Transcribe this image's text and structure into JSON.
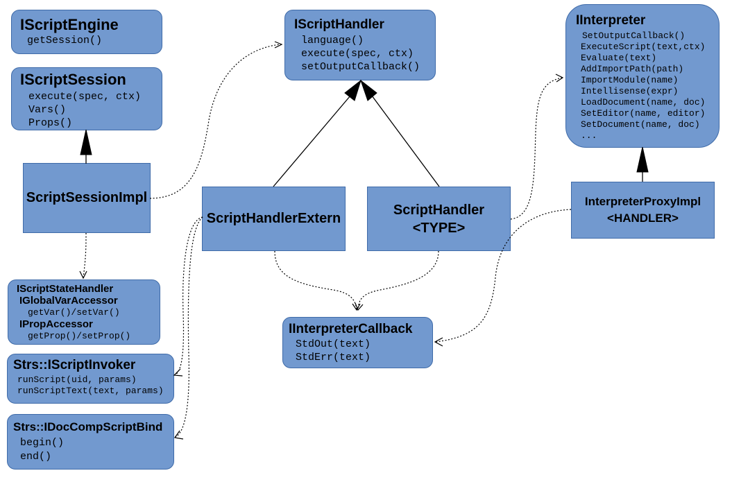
{
  "nodes": {
    "iscript_engine": {
      "title": "IScriptEngine",
      "methods": [
        "getSession()"
      ]
    },
    "iscript_session": {
      "title": "IScriptSession",
      "methods": [
        "execute(spec, ctx)",
        "Vars()",
        "Props()"
      ]
    },
    "script_session_impl": {
      "title": "ScriptSessionImpl"
    },
    "istate_handler": {
      "lines": [
        "IScriptStateHandler",
        "IGlobalVarAccessor",
        "getVar()/setVar()",
        "IPropAccessor",
        "getProp()/setProp()"
      ]
    },
    "iscript_invoker": {
      "title": "Strs::IScriptInvoker",
      "methods": [
        "runScript(uid, params)",
        "runScriptText(text, params)"
      ]
    },
    "idoc_comp_script_bind": {
      "title": "Strs::IDocCompScriptBind",
      "methods": [
        "begin()",
        "end()"
      ]
    },
    "iscript_handler": {
      "title": "IScriptHandler",
      "methods": [
        "language()",
        "execute(spec, ctx)",
        "setOutputCallback()"
      ]
    },
    "script_handler_extern": {
      "title": "ScriptHandlerExtern"
    },
    "script_handler": {
      "title": "ScriptHandler",
      "subtitle": "<TYPE>"
    },
    "iinterpreter_callback": {
      "title": "IInterpreterCallback",
      "methods": [
        "StdOut(text)",
        "StdErr(text)"
      ]
    },
    "iinterpreter": {
      "title": "IInterpreter",
      "methods": [
        "SetOutputCallback()",
        "ExecuteScript(text,ctx)",
        "Evaluate(text)",
        "AddImportPath(path)",
        "ImportModule(name)",
        "Intellisense(expr)",
        "LoadDocument(name, doc)",
        "SetEditor(name, editor)",
        "SetDocument(name, doc)",
        "..."
      ]
    },
    "interpreter_proxy_impl": {
      "title": "InterpreterProxyImpl",
      "subtitle": "<HANDLER>"
    }
  },
  "colors": {
    "box_fill": "#7299cf",
    "box_border": "#3e6aa8",
    "line": "#000000"
  },
  "edges": [
    {
      "from": "script_session_impl",
      "to": "iscript_session",
      "style": "solid",
      "arrow": "filled-triangle"
    },
    {
      "from": "script_handler_extern",
      "to": "iscript_handler",
      "style": "solid",
      "arrow": "filled-triangle"
    },
    {
      "from": "script_handler",
      "to": "iscript_handler",
      "style": "solid",
      "arrow": "filled-triangle"
    },
    {
      "from": "interpreter_proxy_impl",
      "to": "iinterpreter",
      "style": "solid",
      "arrow": "filled-triangle"
    },
    {
      "from": "script_session_impl",
      "to": "iscript_handler",
      "style": "dotted",
      "arrow": "open"
    },
    {
      "from": "script_session_impl",
      "to": "istate_handler",
      "style": "dotted",
      "arrow": "open"
    },
    {
      "from": "script_handler_extern",
      "to": "iscript_invoker",
      "style": "dotted",
      "arrow": "open"
    },
    {
      "from": "script_handler_extern",
      "to": "idoc_comp_script_bind",
      "style": "dotted",
      "arrow": "open"
    },
    {
      "from": "script_handler_extern",
      "to": "iinterpreter_callback",
      "style": "dotted",
      "arrow": "open"
    },
    {
      "from": "script_handler",
      "to": "iinterpreter_callback",
      "style": "dotted",
      "arrow": "open"
    },
    {
      "from": "script_handler",
      "to": "iinterpreter",
      "style": "dotted",
      "arrow": "open"
    },
    {
      "from": "interpreter_proxy_impl",
      "to": "iinterpreter_callback",
      "style": "dotted",
      "arrow": "open"
    }
  ]
}
